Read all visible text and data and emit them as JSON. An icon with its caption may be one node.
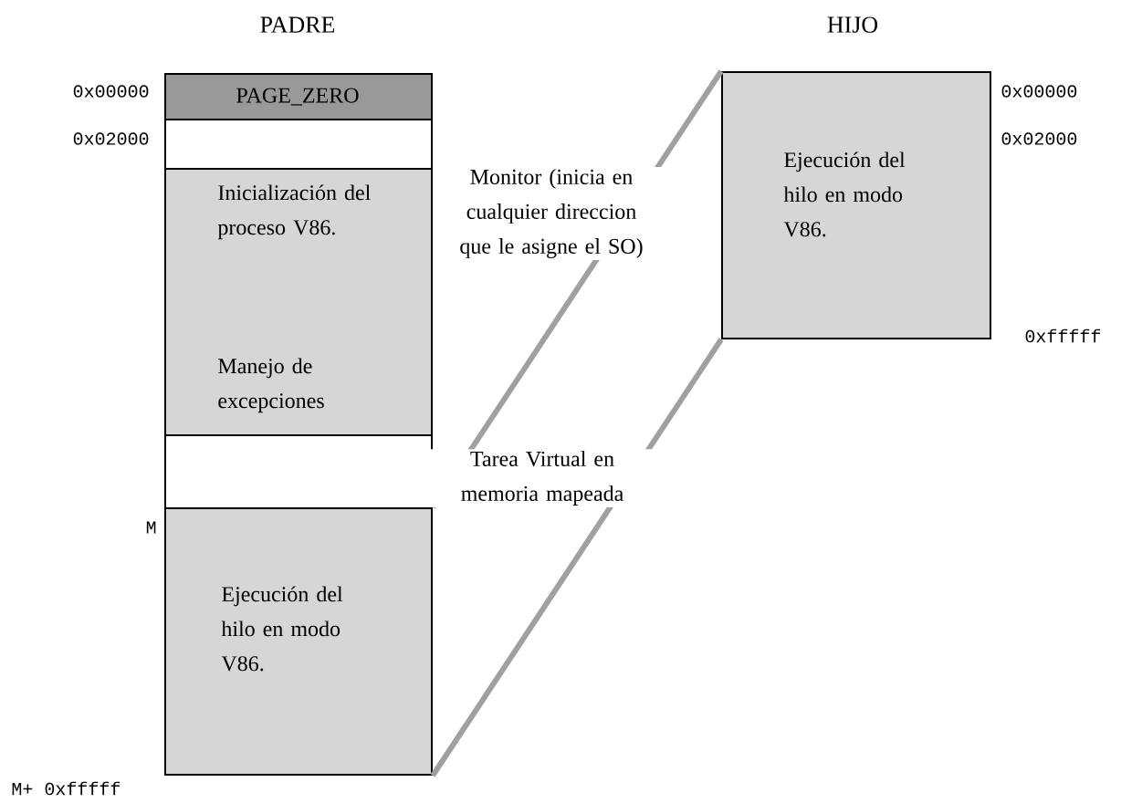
{
  "diagram": {
    "nodes": [
      {
        "text": [
          "PAGE_ZERO"
        ],
        "beside": [
          "0x00000"
        ]
      },
      {
        "text": [],
        "shape": "box",
        "beside": [
          "0x02000"
        ]
      },
      {
        "text": [
          "Inicialización del proceso V86.",
          "Manejo de excepciones"
        ]
      },
      {
        "text": [],
        "shape": "box"
      },
      {
        "text": [
          "Ejecución del hilo en modo V86."
        ],
        "beside": [
          "M",
          "M+ 0xfffff"
        ]
      },
      {
        "text": [
          "HIJO",
          "Ejecución del hilo en modo V86."
        ],
        "beside": [
          "0x00000",
          "0x02000",
          "0xfffff"
        ]
      }
    ],
    "edges": [
      {
        "from": 4,
        "to": 5,
        "arrow": "none"
      },
      {
        "from": 4,
        "to": 5,
        "arrow": "none"
      }
    ],
    "labels": [
      "PADRE",
      "Monitor (inicia en cualquier direccion que le asigne el SO)",
      "Tarea Virtual en memoria mapeada"
    ]
  }
}
